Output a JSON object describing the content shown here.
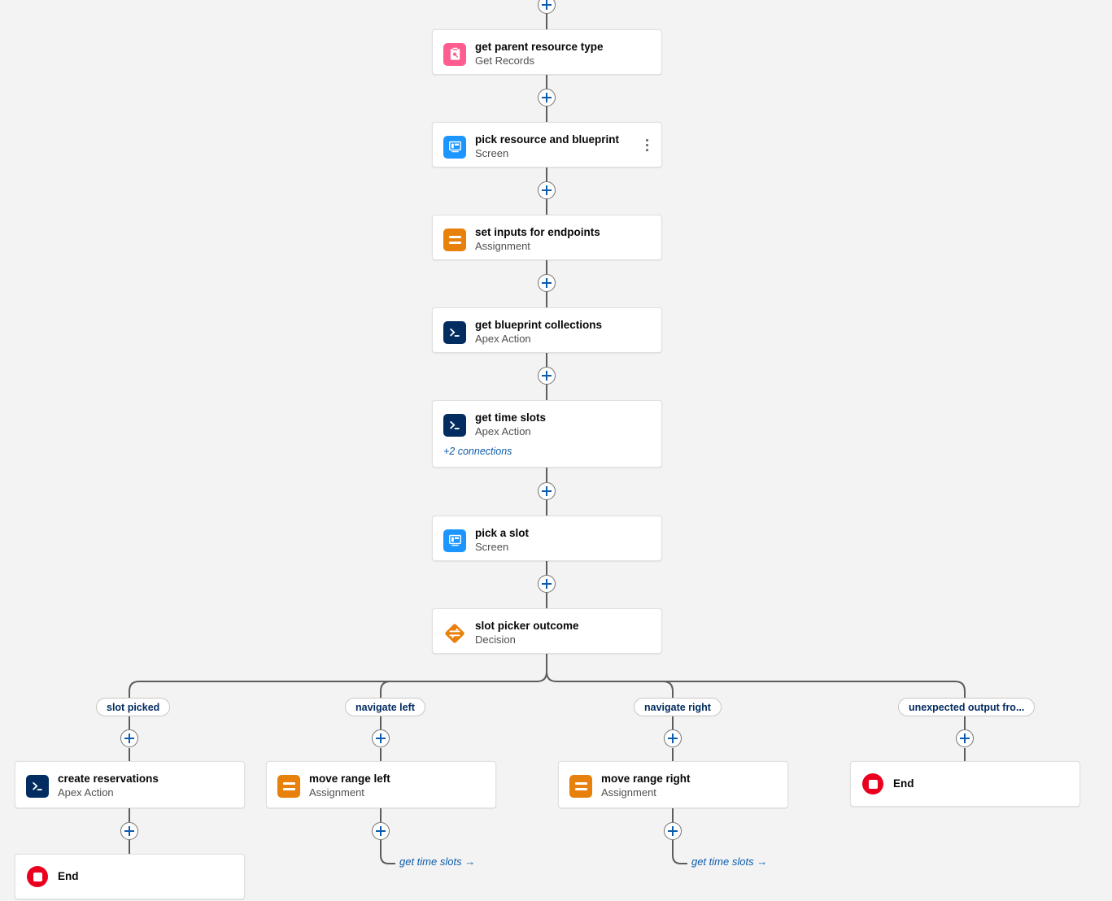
{
  "canvas": {
    "background_color": "#f3f3f3",
    "connector_color": "#5c5c5c",
    "accent_color": "#0b5cab"
  },
  "nodes": [
    {
      "id": "get-parent-resource-type",
      "title": "get parent resource type",
      "subtitle": "Get Records",
      "icon": "get-records-icon",
      "icon_color": "#ff5d8f"
    },
    {
      "id": "pick-resource-and-blueprint",
      "title": "pick resource and blueprint",
      "subtitle": "Screen",
      "icon": "screen-icon",
      "icon_color": "#1b96ff",
      "has_menu": true
    },
    {
      "id": "set-inputs-for-endpoints",
      "title": "set inputs for endpoints",
      "subtitle": "Assignment",
      "icon": "assignment-icon",
      "icon_color": "#e8800c"
    },
    {
      "id": "get-blueprint-collections",
      "title": "get blueprint collections",
      "subtitle": "Apex Action",
      "icon": "apex-action-icon",
      "icon_color": "#032d60"
    },
    {
      "id": "get-time-slots",
      "title": "get time slots",
      "subtitle": "Apex Action",
      "icon": "apex-action-icon",
      "icon_color": "#032d60",
      "extra": "+2 connections"
    },
    {
      "id": "pick-a-slot",
      "title": "pick a slot",
      "subtitle": "Screen",
      "icon": "screen-icon",
      "icon_color": "#1b96ff"
    },
    {
      "id": "slot-picker-outcome",
      "title": "slot picker outcome",
      "subtitle": "Decision",
      "icon": "decision-icon",
      "icon_color": "#e8800c"
    },
    {
      "id": "create-reservations",
      "title": "create reservations",
      "subtitle": "Apex Action",
      "icon": "apex-action-icon",
      "icon_color": "#032d60"
    },
    {
      "id": "move-range-left",
      "title": "move range left",
      "subtitle": "Assignment",
      "icon": "assignment-icon",
      "icon_color": "#e8800c"
    },
    {
      "id": "move-range-right",
      "title": "move range right",
      "subtitle": "Assignment",
      "icon": "assignment-icon",
      "icon_color": "#e8800c"
    },
    {
      "id": "end-unexpected",
      "title": "End",
      "subtitle": "",
      "icon": "end-icon",
      "icon_color": "#ea001e"
    },
    {
      "id": "end-create-reservations",
      "title": "End",
      "subtitle": "",
      "icon": "end-icon",
      "icon_color": "#ea001e"
    }
  ],
  "branch_labels": [
    {
      "id": "slot-picked",
      "text": "slot picked"
    },
    {
      "id": "navigate-left",
      "text": "navigate left"
    },
    {
      "id": "navigate-right",
      "text": "navigate right"
    },
    {
      "id": "unexpected-output",
      "text": "unexpected output fro..."
    }
  ],
  "goto_links": [
    {
      "id": "goto-left",
      "text": "get time slots →"
    },
    {
      "id": "goto-right",
      "text": "get time slots →"
    }
  ],
  "add_buttons": [
    {
      "id": "add-above-get-parent-resource-type"
    },
    {
      "id": "add-after-get-parent-resource-type"
    },
    {
      "id": "add-after-pick-resource-and-blueprint"
    },
    {
      "id": "add-after-set-inputs-for-endpoints"
    },
    {
      "id": "add-after-get-blueprint-collections"
    },
    {
      "id": "add-after-get-time-slots"
    },
    {
      "id": "add-after-pick-a-slot"
    },
    {
      "id": "add-branch-slot-picked"
    },
    {
      "id": "add-branch-navigate-left"
    },
    {
      "id": "add-branch-navigate-right"
    },
    {
      "id": "add-branch-unexpected-output"
    },
    {
      "id": "add-after-create-reservations"
    },
    {
      "id": "add-after-move-range-left"
    },
    {
      "id": "add-after-move-range-right"
    }
  ]
}
